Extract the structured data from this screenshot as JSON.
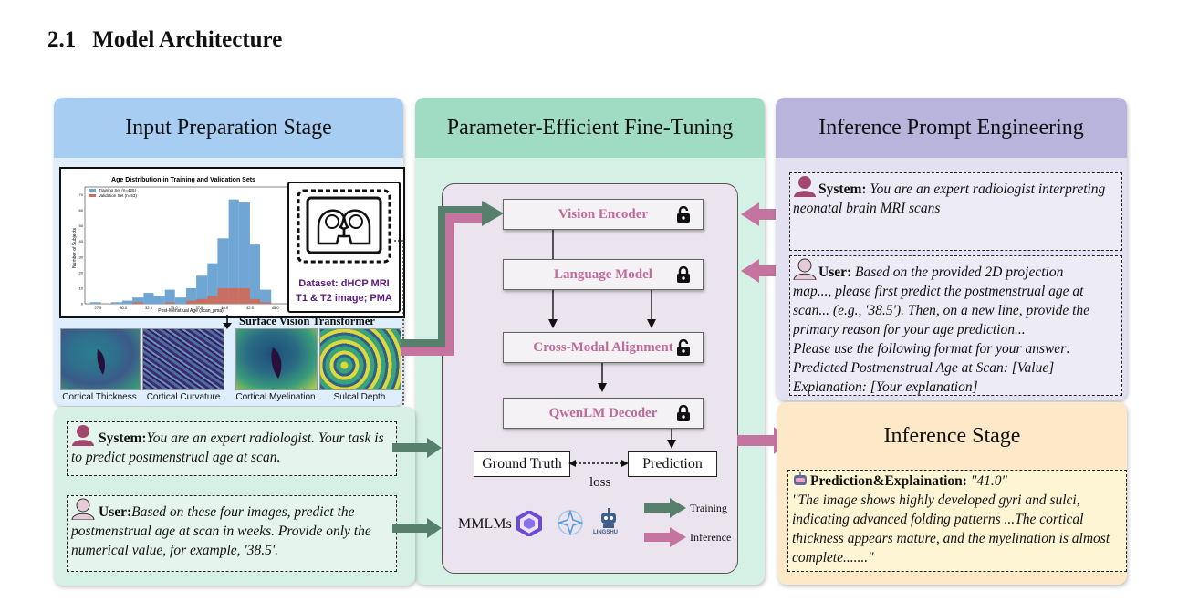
{
  "section": {
    "number": "2.1",
    "title": "Model Architecture"
  },
  "panels": {
    "input": {
      "title": "Input Preparation Stage",
      "bg": "#a8cdf2",
      "body_bg": "#dfeefd"
    },
    "peft": {
      "title": "Parameter-Efficient Fine-Tuning",
      "bg": "#a0dcc4",
      "body_bg": "#d5f0e4"
    },
    "prompt": {
      "title": "Inference Prompt Engineering",
      "bg": "#b8b4dc",
      "body_bg": "#e2e0f1"
    },
    "inference": {
      "title": "Inference Stage",
      "bg": "#fde8c8"
    }
  },
  "chart": {
    "title": "Age Distribution in Training and Validation Sets",
    "legend": [
      "Training Set (n=425)",
      "Validation Set (n=53)"
    ],
    "xlabel": "Post-Menstrual Age (scan_pma)",
    "ylabel": "Number of Subjects",
    "dataset_text": [
      "Dataset: dHCP MRI",
      "T1 & T2 image; PMA"
    ]
  },
  "chart_data": {
    "type": "bar",
    "title": "Age Distribution in Training and Validation Sets",
    "xlabel": "Post-Menstrual Age (scan_pma)",
    "ylabel": "Number of Subjects",
    "bins": [
      26.7,
      27.8,
      28.8,
      29.9,
      30.9,
      32.0,
      33.0,
      34.1,
      35.1,
      36.2,
      37.2,
      38.3,
      39.3,
      40.4,
      41.4,
      42.5,
      43.5,
      44.6
    ],
    "x_ticks": [
      "27.5",
      "30.0",
      "32.5",
      "35.0",
      "37.5",
      "40.0",
      "42.5",
      "45.0"
    ],
    "y_ticks": [
      "0",
      "10",
      "20",
      "30",
      "40",
      "50",
      "60",
      "70"
    ],
    "ylim": [
      0,
      75
    ],
    "series": [
      {
        "name": "Training Set (n=425)",
        "color": "#6fa6d4",
        "values": [
          1,
          0,
          1,
          2,
          4,
          7,
          5,
          9,
          4,
          10,
          18,
          26,
          42,
          67,
          65,
          38,
          9
        ]
      },
      {
        "name": "Validation Set (n=53)",
        "color": "#c96f62",
        "values": [
          0,
          0,
          0,
          0,
          1,
          0,
          0,
          1,
          0,
          2,
          3,
          5,
          10,
          10,
          10,
          3,
          1
        ]
      }
    ]
  },
  "svt_label": "Surface Vision Transformer",
  "thumbnails": [
    "Cortical Thickness",
    "Cortical Curvature",
    "Cortical Myelination",
    "Sulcal Depth"
  ],
  "train_prompts": {
    "system": {
      "label": "System:",
      "text": "You are an expert radiologist. Your task is to predict postmenstrual age at scan."
    },
    "user": {
      "label": "User:",
      "text": "Based on these four images, predict the postmenstrual age at scan in weeks. Provide only the numerical value, for example, '38.5'."
    }
  },
  "model": {
    "vision_encoder": "Vision Encoder",
    "language_model": "Language Model",
    "cross_modal": "Cross-Modal Alignment",
    "decoder": "QwenLM Decoder",
    "ground_truth": "Ground Truth",
    "prediction": "Prediction",
    "loss": "loss",
    "mmlms": "MMLMs",
    "lingshu": "LINGSHU",
    "legend_training": "Training",
    "legend_inference": "Inference",
    "training_color": "#56806c",
    "inference_color": "#c5749f"
  },
  "infer_prompts": {
    "system": {
      "label": "System:",
      "text": "You are an expert radiologist interpreting neonatal brain MRI scans"
    },
    "user": {
      "label": "User:",
      "lines": [
        "Based on the provided 2D projection",
        "map..., please first predict the postmenstrual age at",
        "scan... (e.g., '38.5'). Then, on a new line, provide the",
        "primary reason for your age prediction...",
        "Please use the following format for your answer:",
        "Predicted Postmenstrual Age at Scan: [Value]",
        "Explanation: [Your explanation]"
      ]
    }
  },
  "inference_result": {
    "label": "Prediction&Explaination:",
    "value": "\"41.0\"",
    "text": "\"The image shows highly developed gyri and sulci, indicating advanced folding patterns ...The cortical thickness appears mature, and the myelination is almost complete.......\""
  }
}
